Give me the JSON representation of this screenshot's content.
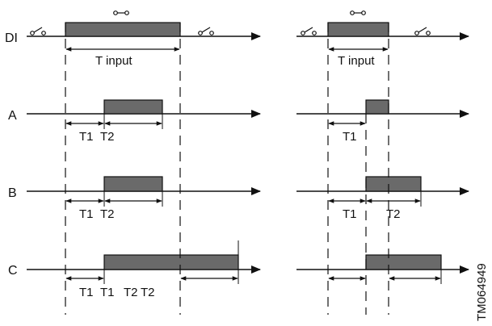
{
  "rows": {
    "di": "DI",
    "a": "A",
    "b": "B",
    "c": "C"
  },
  "labels": {
    "t_input": "T input",
    "t1": "T1",
    "t2": "T2"
  },
  "document_id": "TM064949",
  "colors": {
    "pulse_fill": "#6a6a6a",
    "line": "#111111"
  },
  "icons": {
    "open_contact": "switch-open-icon",
    "closed_contact": "switch-closed-icon"
  }
}
